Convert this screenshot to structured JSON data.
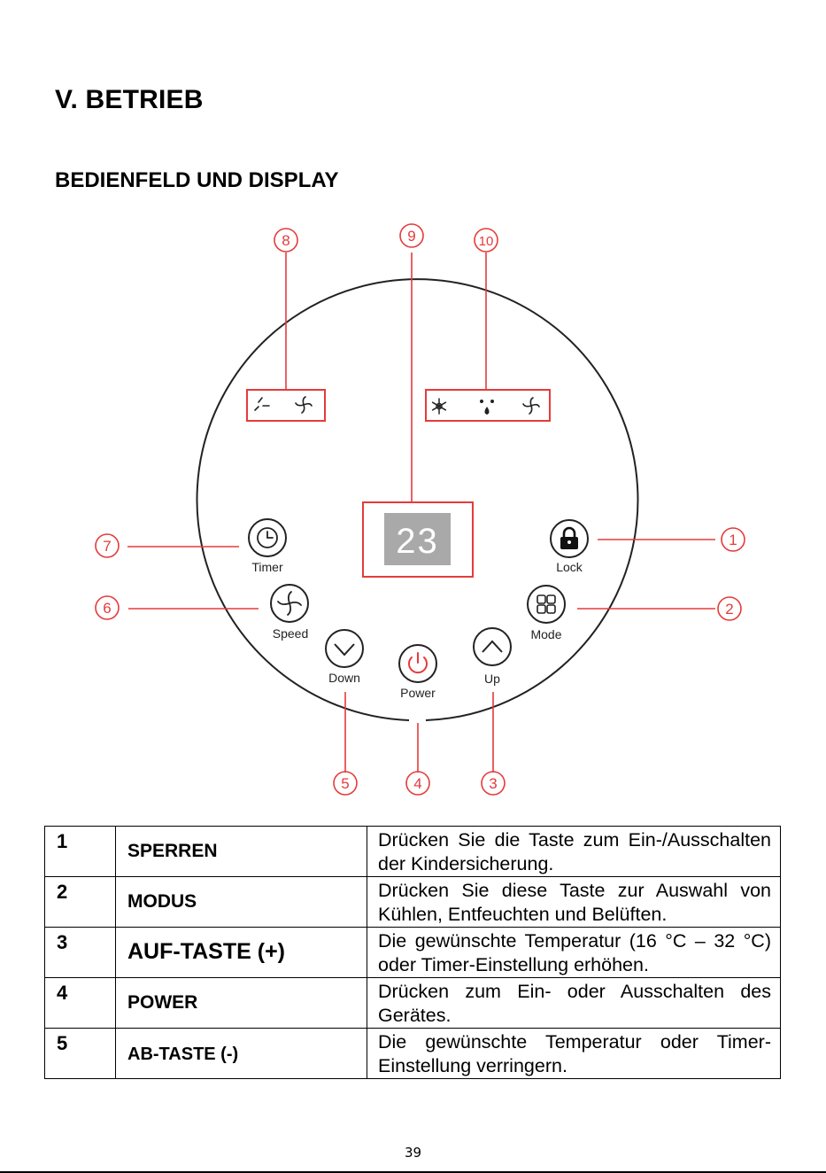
{
  "page": {
    "heading": "V. BETRIEB",
    "subheading": "BEDIENFELD UND DISPLAY",
    "page_number": "39"
  },
  "diagram": {
    "display_value": "23",
    "buttons": {
      "timer": "Timer",
      "lock": "Lock",
      "speed": "Speed",
      "mode": "Mode",
      "down": "Down",
      "power": "Power",
      "up": "Up"
    },
    "callouts": [
      "1",
      "2",
      "3",
      "4",
      "5",
      "6",
      "7",
      "8",
      "9",
      "10"
    ],
    "icons": {
      "fan_speed_low": "fan-low-icon",
      "fan_speed_high": "fan-high-icon",
      "mode_cool": "snowflake-icon",
      "mode_dehumidify": "droplets-icon",
      "mode_fan": "fan-icon",
      "timer": "clock-icon",
      "lock": "padlock-icon",
      "speed": "fan-icon",
      "mode": "grid-icon",
      "down": "chevron-down-icon",
      "up": "chevron-up-icon",
      "power": "power-icon"
    },
    "colors": {
      "callout": "#e53b3b",
      "display": "#a9a9a9",
      "outline": "#222222"
    }
  },
  "table": {
    "rows": [
      {
        "num": "1",
        "name": "SPERREN",
        "desc": "Drücken Sie die Taste zum Ein-/Ausschalten der Kindersicherung."
      },
      {
        "num": "2",
        "name": "MODUS",
        "desc": "Drücken Sie diese Taste zur Auswahl von Kühlen, Entfeuchten und Belüften."
      },
      {
        "num": "3",
        "name": "AUF-TASTE (+)",
        "desc": "Die gewünschte Temperatur (16 °C – 32 °C) oder Timer-Einstellung erhöhen."
      },
      {
        "num": "4",
        "name": "POWER",
        "desc": "Drücken zum Ein- oder Ausschalten des Gerätes."
      },
      {
        "num": "5",
        "name": "AB-TASTE (-)",
        "desc": "Die gewünschte Temperatur oder Timer-Einstellung verringern."
      }
    ]
  }
}
